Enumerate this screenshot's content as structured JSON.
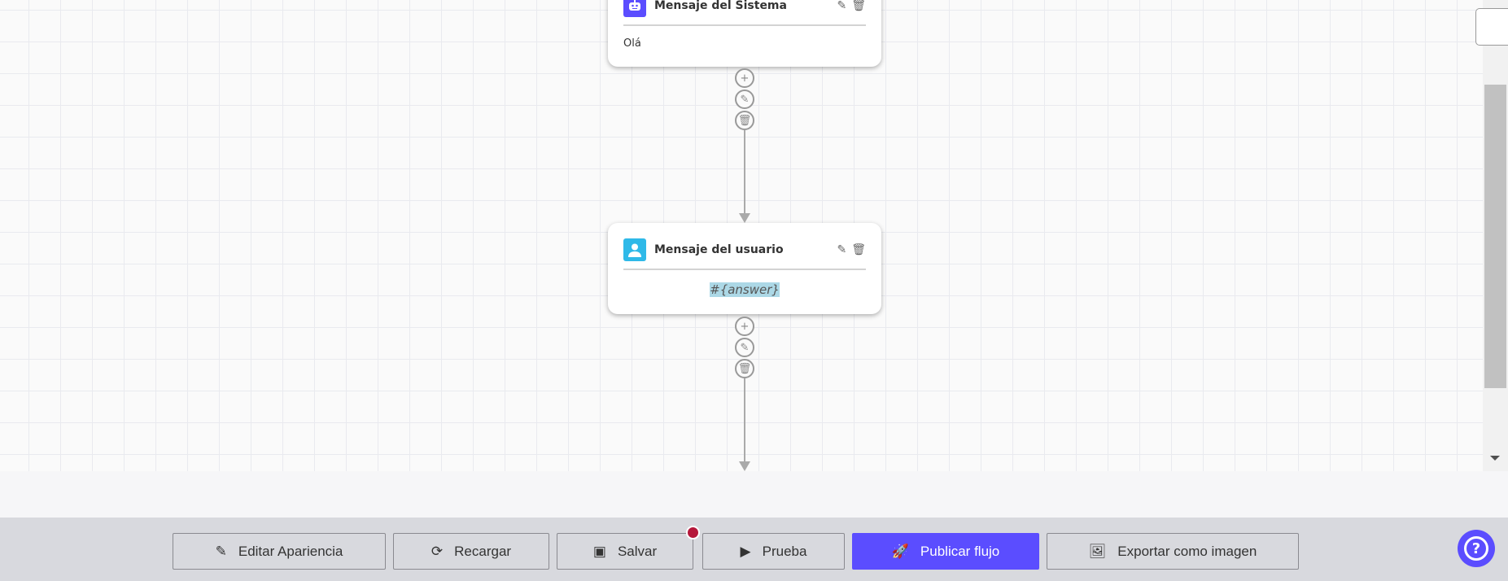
{
  "nodes": [
    {
      "type": "system",
      "title": "Mensaje del Sistema",
      "content": "Olá",
      "icon": "robot-icon",
      "color": "#5b4dff"
    },
    {
      "type": "user",
      "title": "Mensaje del usuario",
      "content": "#{answer}",
      "icon": "user-icon",
      "color": "#2fb9e8"
    }
  ],
  "toolbar": {
    "edit_appearance": "Editar Apariencia",
    "reload": "Recargar",
    "save": "Salvar",
    "test": "Prueba",
    "publish": "Publicar flujo",
    "export": "Exportar como imagen",
    "unsaved_indicator_color": "#b5173a",
    "primary_color": "#5b4dff"
  },
  "help": {
    "icon": "question-icon",
    "label": "?"
  }
}
